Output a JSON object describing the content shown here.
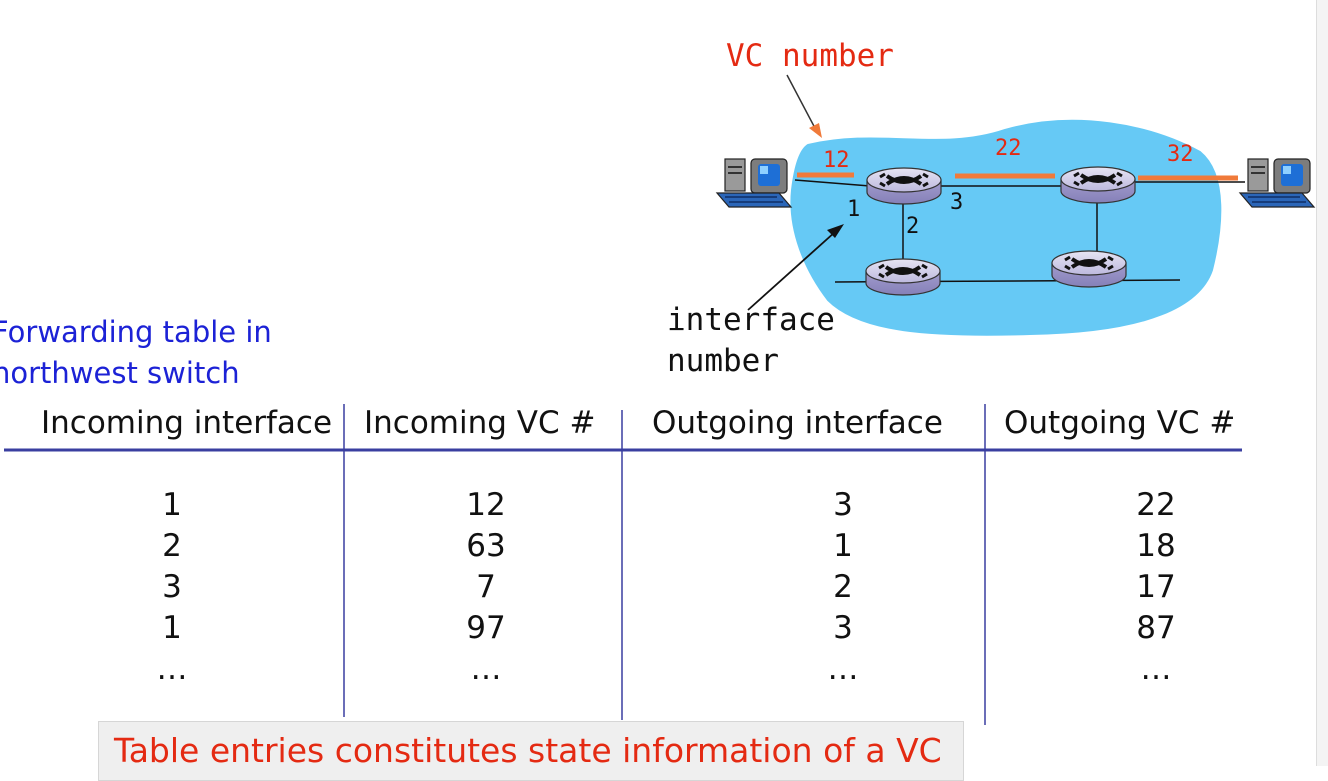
{
  "diagram": {
    "vc_number_label": "VC number",
    "interface_number_label": [
      "interface",
      "number"
    ],
    "link_vc_labels": [
      "12",
      "22",
      "32"
    ],
    "interface_labels": [
      "1",
      "2",
      "3"
    ],
    "link_color": "#f07a3a",
    "network_color": "#66c9f5"
  },
  "caption": {
    "line1": "Forwarding table in",
    "line2": "northwest switch"
  },
  "table": {
    "headers": [
      "Incoming interface",
      "Incoming VC #",
      "Outgoing interface",
      "Outgoing VC #"
    ],
    "columns": [
      [
        "1",
        "2",
        "3",
        "1",
        "…"
      ],
      [
        "12",
        "63",
        "7",
        "97",
        "…"
      ],
      [
        "3",
        "1",
        "2",
        "3",
        "…"
      ],
      [
        "22",
        "18",
        "17",
        "87",
        "…"
      ]
    ]
  },
  "note": "Table entries constitutes state information of a VC"
}
